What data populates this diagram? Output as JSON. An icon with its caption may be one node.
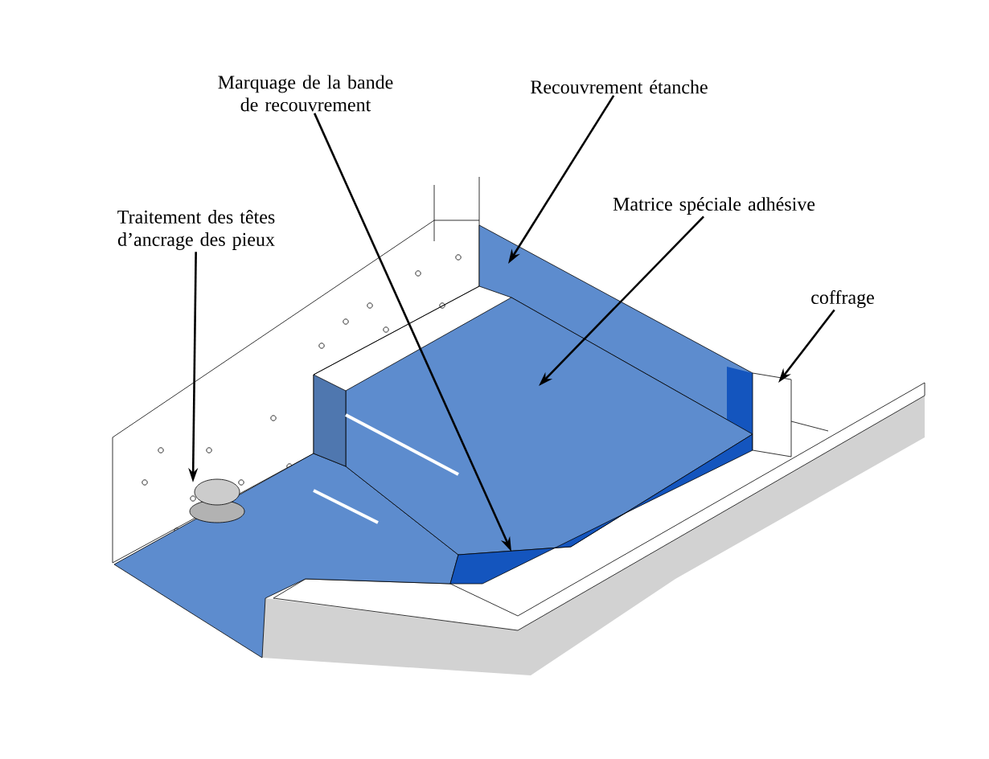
{
  "diagram": {
    "nodes": [
      {
        "text": [
          "Traitement des têtes d’ancrage des pieux"
        ]
      },
      {
        "text": [
          "Marquage de la bande de recouvrement"
        ]
      },
      {
        "text": [
          "Recouvrement étanche"
        ]
      },
      {
        "text": [
          "Matrice spéciale adhésive"
        ]
      },
      {
        "text": [
          "coffrage"
        ]
      }
    ],
    "edges": [
      {
        "from": 0,
        "to": null,
        "arrow": "to"
      },
      {
        "from": 1,
        "to": null,
        "arrow": "to"
      },
      {
        "from": 2,
        "to": null,
        "arrow": "to"
      },
      {
        "from": 3,
        "to": null,
        "arrow": "to"
      },
      {
        "from": 4,
        "to": null,
        "arrow": "to"
      }
    ]
  }
}
